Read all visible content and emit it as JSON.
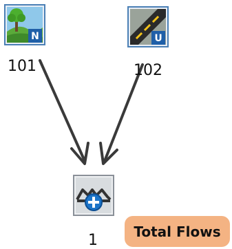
{
  "nodes": {
    "source_natural": {
      "label": "101",
      "letter": "N",
      "icon": "nature-landscape-icon"
    },
    "source_urban": {
      "label": "102",
      "letter": "U",
      "icon": "urban-road-icon"
    },
    "sum": {
      "label": "1",
      "icon": "add-flows-icon"
    }
  },
  "badge": {
    "text": "Total Flows"
  },
  "colors": {
    "arrow": "#3a3a3a",
    "badge_bg": "#f4b383",
    "letter_badge": "#1f5fa8",
    "icon_frame": "#4a7fb5"
  }
}
